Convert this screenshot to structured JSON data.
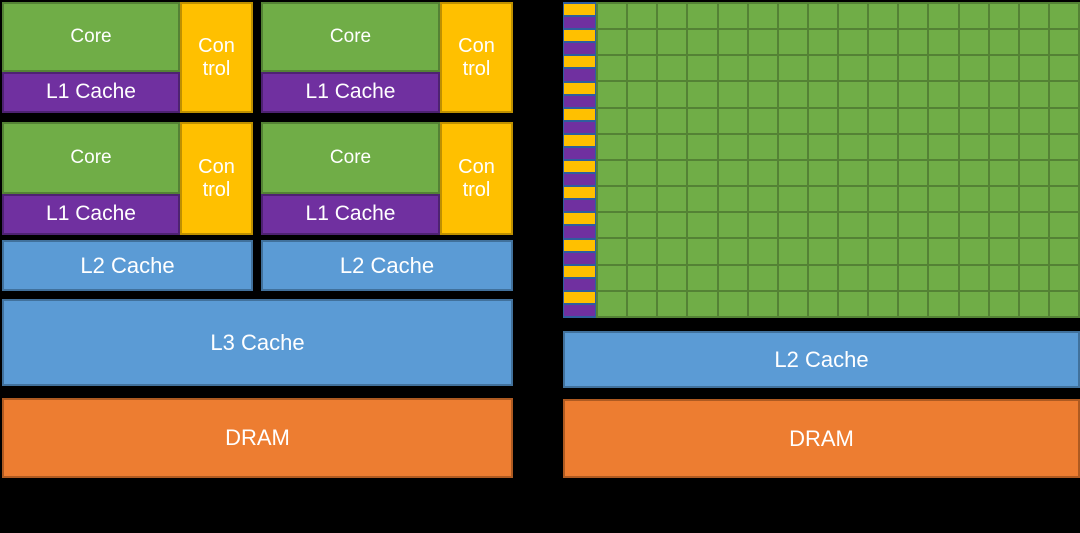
{
  "colors": {
    "background": "#000000",
    "core_green": "#70AD47",
    "core_green_border": "#548235",
    "l1_purple": "#7030A0",
    "l1_purple_border": "#4E2272",
    "control_yellow": "#FFC000",
    "control_yellow_border": "#BF9000",
    "cache_blue": "#5B9BD5",
    "cache_blue_border": "#41719C",
    "dram_orange": "#ED7D31",
    "dram_orange_border": "#AE5A21",
    "gpu_stripe_backing_blue": "#2F5E9E",
    "text": "#FFFFFF"
  },
  "cpu": {
    "core_units": [
      {
        "core_label": "Core",
        "l1_label": "L1 Cache",
        "control_line1": "Con",
        "control_line2": "trol"
      },
      {
        "core_label": "Core",
        "l1_label": "L1 Cache",
        "control_line1": "Con",
        "control_line2": "trol"
      },
      {
        "core_label": "Core",
        "l1_label": "L1 Cache",
        "control_line1": "Con",
        "control_line2": "trol"
      },
      {
        "core_label": "Core",
        "l1_label": "L1 Cache",
        "control_line1": "Con",
        "control_line2": "trol"
      }
    ],
    "l2_labels": [
      "L2 Cache",
      "L2 Cache"
    ],
    "l3_label": "L3 Cache",
    "dram_label": "DRAM"
  },
  "gpu": {
    "grid_rows": 12,
    "grid_cols": 16,
    "stripe_rows": 12,
    "l2_label": "L2 Cache",
    "dram_label": "DRAM"
  }
}
